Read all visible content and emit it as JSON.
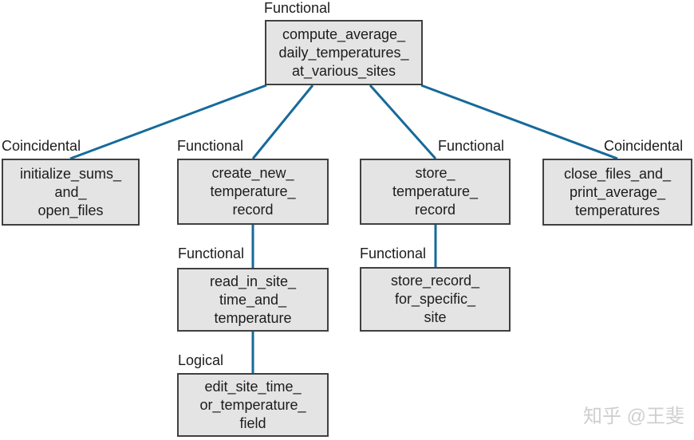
{
  "diagram": {
    "root": {
      "label": "Functional",
      "text": "compute_average_\ndaily_temperatures_\nat_various_sites"
    },
    "level2": [
      {
        "label": "Coincidental",
        "text": "initialize_sums_\nand_\nopen_files"
      },
      {
        "label": "Functional",
        "text": "create_new_\ntemperature_\nrecord"
      },
      {
        "label": "Functional",
        "text": "store_\ntemperature_\nrecord"
      },
      {
        "label": "Coincidental",
        "text": "close_files_and_\nprint_average_\ntemperatures"
      }
    ],
    "level3": [
      {
        "label": "Functional",
        "text": "read_in_site_\ntime_and_\ntemperature"
      },
      {
        "label": "Functional",
        "text": "store_record_\nfor_specific_\nsite"
      }
    ],
    "level4": [
      {
        "label": "Logical",
        "text": "edit_site_time_\nor_temperature_\nfield"
      }
    ]
  },
  "watermark": {
    "text": "知乎 @王斐"
  },
  "colors": {
    "line": "#166a9a",
    "box_fill": "#e4e4e4",
    "box_border": "#404040",
    "text": "#1c1c1c",
    "watermark": "#cfcfcf"
  }
}
